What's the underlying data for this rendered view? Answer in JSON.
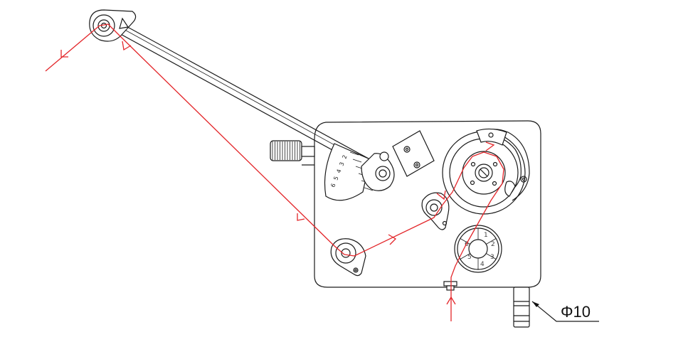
{
  "dimension": {
    "label": "Φ10"
  },
  "tension_scale": {
    "numbers": [
      "2",
      "3",
      "4",
      "5",
      "6"
    ]
  },
  "tension_dial": {
    "numbers": [
      "1",
      "2",
      "3",
      "4",
      "5",
      "6"
    ]
  },
  "colors": {
    "thread": "#e3262a",
    "outline": "#1a1a1a",
    "background": "#ffffff"
  }
}
